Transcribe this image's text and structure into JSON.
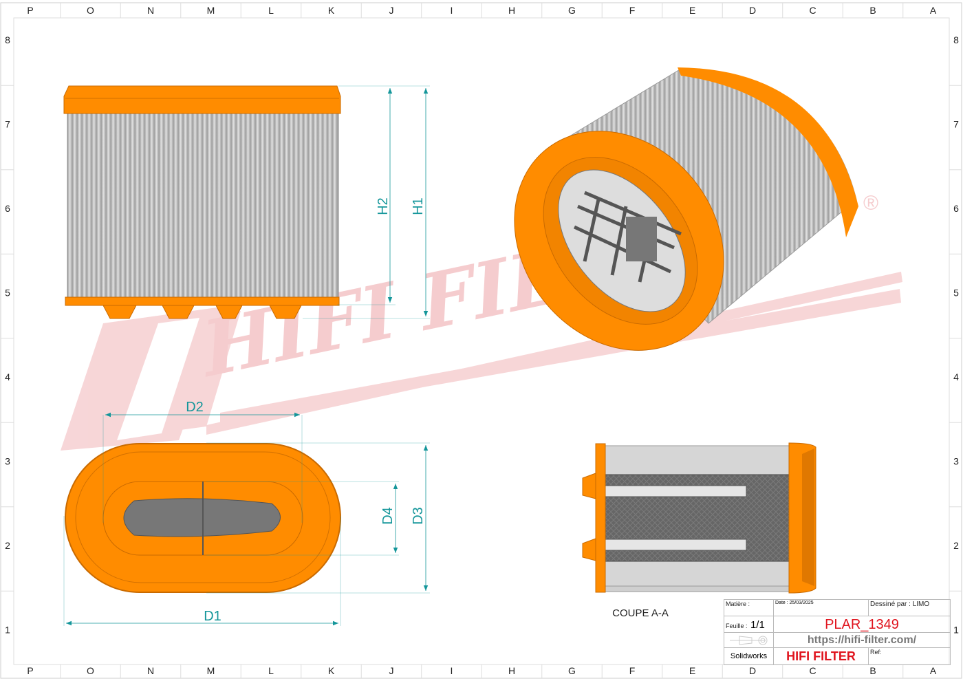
{
  "border": {
    "columns": [
      "P",
      "O",
      "N",
      "M",
      "L",
      "K",
      "J",
      "I",
      "H",
      "G",
      "F",
      "E",
      "D",
      "C",
      "B",
      "A"
    ],
    "rows": [
      "8",
      "7",
      "6",
      "5",
      "4",
      "3",
      "2",
      "1"
    ]
  },
  "watermark": {
    "text": "HIFI FILTER",
    "registered": "®",
    "color": "#f4c4c6"
  },
  "dimensions": {
    "h1": "H1",
    "h2": "H2",
    "d1": "D1",
    "d2": "D2",
    "d3": "D3",
    "d4": "D4"
  },
  "section_label": "COUPE A-A",
  "title_block": {
    "material_label": "Matière :",
    "date": "Date : 25/03/2025",
    "drawn_by": "Dessiné par : LIMO",
    "sheet_label": "Feuille :",
    "sheet_value": "1/1",
    "part_number": "PLAR_1349",
    "url": "https://hifi-filter.com/",
    "software": "Solidworks",
    "brand": "HIFI FILTER",
    "ref_label": "Ref:"
  },
  "colors": {
    "orange": "#ff8c00",
    "dimension": "#14969a",
    "brand_red": "#e0141e",
    "media_gray": "#c8c8c8"
  }
}
